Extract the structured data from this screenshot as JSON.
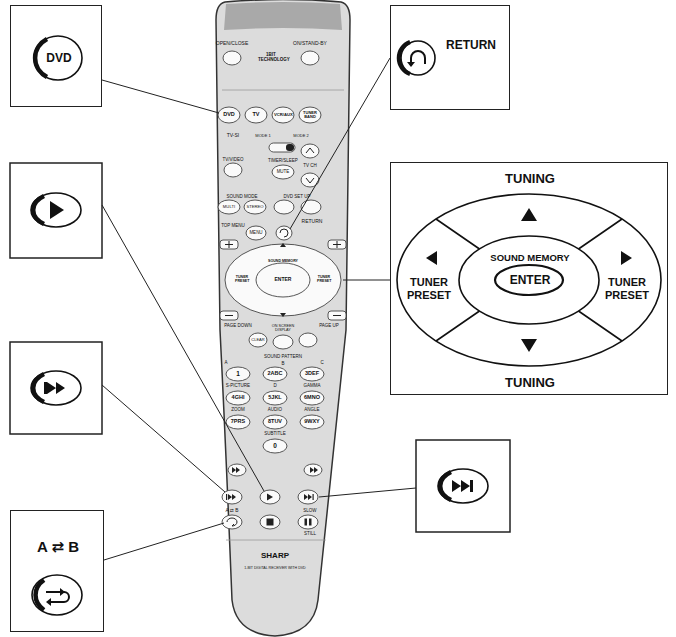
{
  "diagram": {
    "nodes": [
      {
        "text": [
          "DVD"
        ]
      },
      {
        "text": [
          "RETURN"
        ]
      },
      {
        "text": [
          "TUNING",
          "TUNER PRESET",
          "SOUND MEMORY",
          "ENTER",
          "TUNER PRESET",
          "TUNING"
        ]
      },
      {
        "text": [
          "A ⇄ B"
        ]
      }
    ],
    "labels": [
      "OPEN/CLOSE",
      "ON/STAND-BY",
      "1BIT TECHNOLOGY",
      "DVD",
      "TV",
      "VCR/AUX",
      "TUNER BAND",
      "TV-SI",
      "MODE 1",
      "MODE 2",
      "TIMER/SLEEP",
      "TV/VIDEO",
      "MUTE",
      "TV CH",
      "SOUND MODE",
      "MULTI",
      "STEREO",
      "DVD SET UP",
      "RETURN",
      "TOP MENU",
      "MENU",
      "TUNER PRESET",
      "SOUND MEMORY",
      "ENTER",
      "TUNER PRESET",
      "PAGE DOWN",
      "PAGE UP",
      "CLEAR",
      "ON SCREEN DISPLAY",
      "SOUND PATTERN",
      "A",
      "B",
      "C",
      "1",
      "2ABC",
      "3DEF",
      "S-PICTURE",
      "D",
      "GAMMA",
      "4GHI",
      "5JKL",
      "6MNO",
      "ZOOM",
      "AUDIO",
      "ANGLE",
      "7PRS",
      "8TUV",
      "9WXY",
      "SUBTITLE",
      "0",
      "A ⇄ B",
      "SLOW",
      "STILL",
      "SHARP",
      "1-BIT DIGITAL RECEIVER WITH DVD"
    ]
  }
}
